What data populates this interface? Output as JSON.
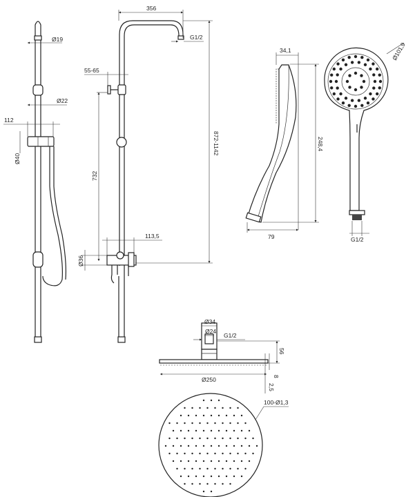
{
  "title": "Shower set technical drawing",
  "colors": {
    "line": "#222222",
    "background": "#ffffff"
  },
  "rail_view": {
    "dia_top": "Ø19",
    "dia_mid": "Ø22",
    "holder_offset": "112",
    "holder_dia": "Ø40"
  },
  "column_view": {
    "arm_length": "356",
    "arm_thread": "G1/2",
    "wall_distance": "55-65",
    "bracket_height": "732",
    "total_height": "872-1142",
    "mixer_width": "113,5",
    "mixer_dia": "Ø36"
  },
  "hand_shower": {
    "depth": "34,1",
    "length": "248,4",
    "side_width": "79",
    "head_dia": "Ø101,9",
    "thread": "G1/2"
  },
  "overhead_shower": {
    "arm_outer_dia": "Ø34",
    "arm_inner_dia": "Ø24",
    "thread": "G1/2",
    "height": "56",
    "thickness": "8",
    "edge": "2,5",
    "plate_dia": "Ø250",
    "nozzles": "100-Ø1,3"
  }
}
